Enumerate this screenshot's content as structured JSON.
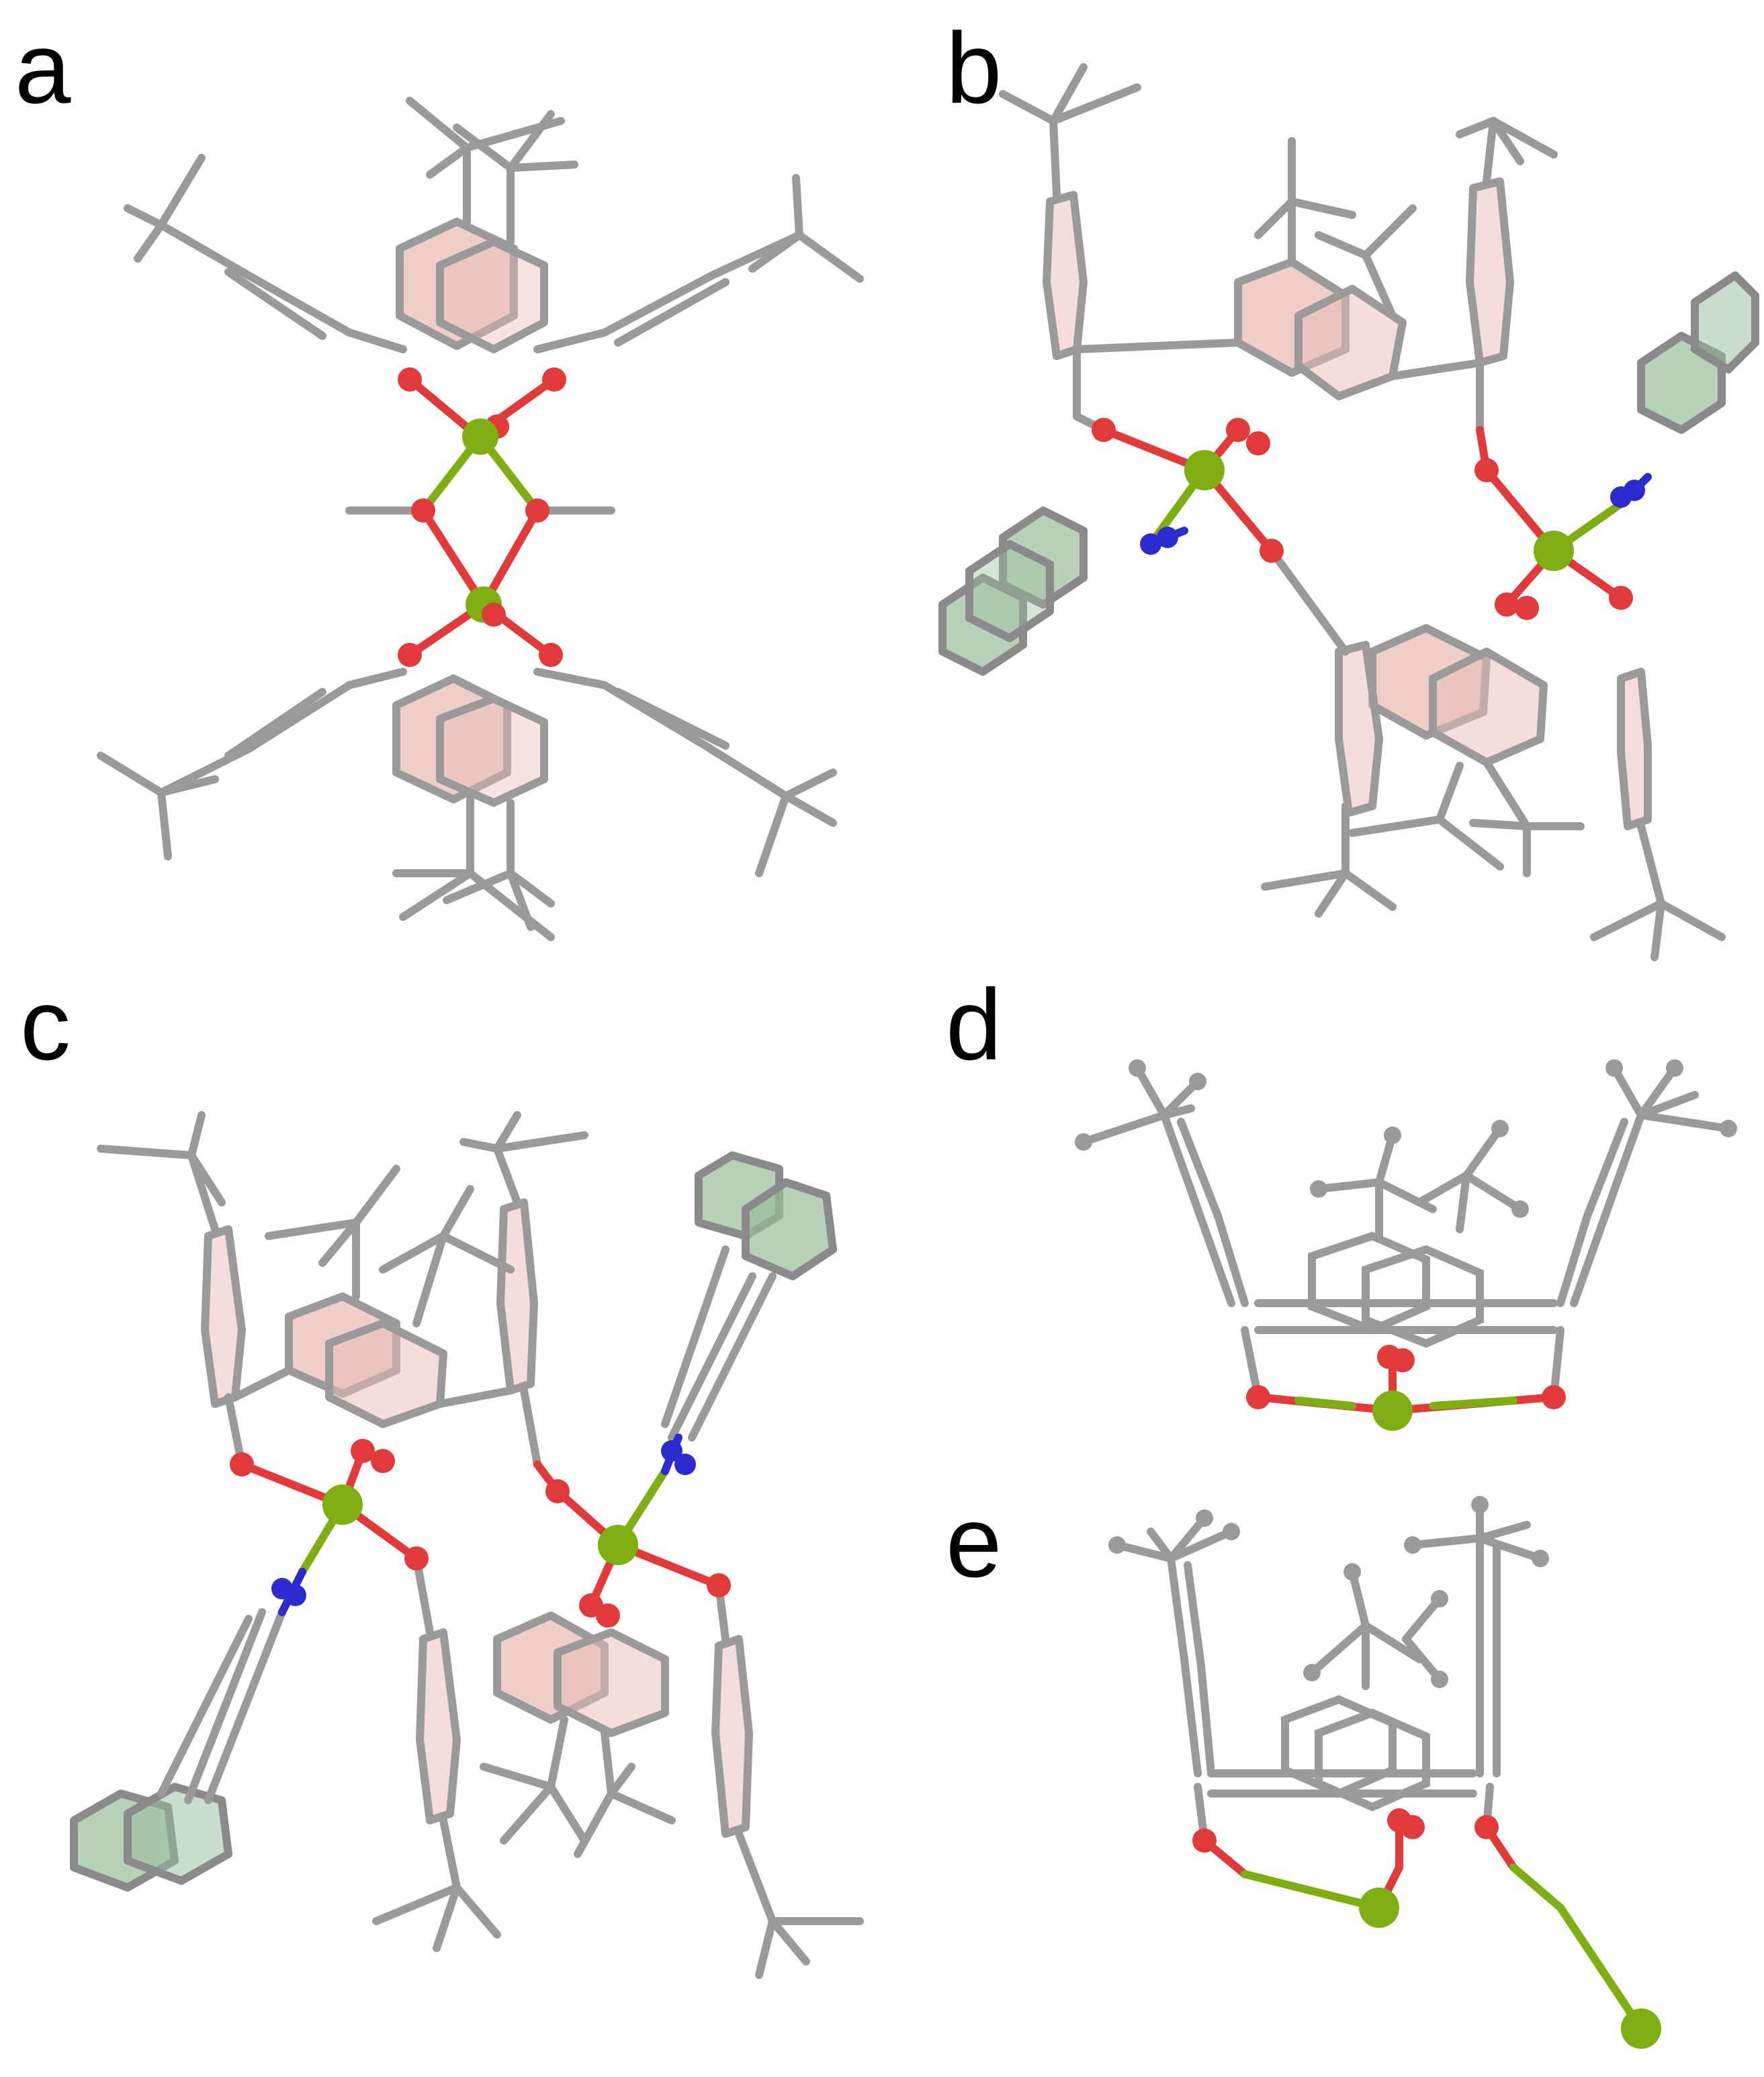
{
  "panels": [
    {
      "id": "a",
      "label": "a"
    },
    {
      "id": "b",
      "label": "b"
    },
    {
      "id": "c",
      "label": "c"
    },
    {
      "id": "d",
      "label": "d"
    },
    {
      "id": "e",
      "label": "e"
    }
  ],
  "colors": {
    "carbon_bond": "#9a9a9a",
    "oxygen": "#e23a3a",
    "metal": "#7fae12",
    "nitrogen": "#2b2bd0",
    "aryl_ring_fill": "#e9bcb6",
    "phenanthroline_ring_fill": "#98bd9b",
    "background": "#ffffff"
  }
}
